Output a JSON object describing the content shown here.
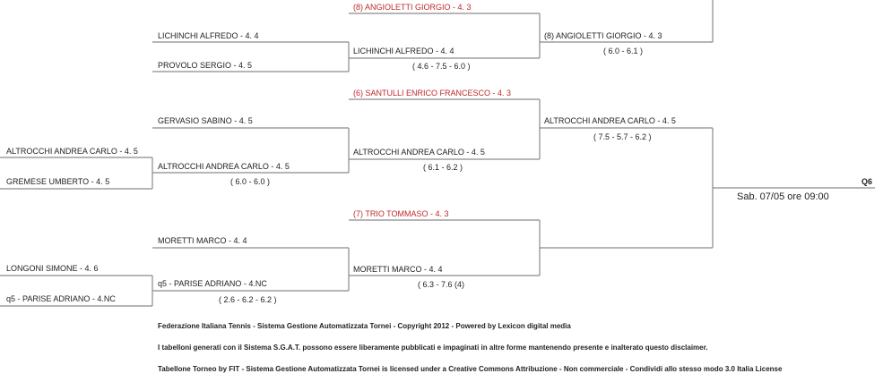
{
  "round1": {
    "p1": "ALTROCCHI ANDREA CARLO - 4. 5",
    "p2": "GREMESE UMBERTO - 4. 5",
    "p3": "LONGONI SIMONE - 4. 6",
    "p4": "q5 - PARISE ADRIANO - 4.NC"
  },
  "round2": {
    "p1": "LICHINCHI ALFREDO - 4. 4",
    "p2": "PROVOLO SERGIO - 4. 5",
    "p3": "GERVASIO SABINO - 4. 5",
    "p4_winner": "ALTROCCHI ANDREA CARLO - 4. 5",
    "p4_score": "( 6.0 - 6.0 )",
    "p5": "MORETTI MARCO - 4. 4",
    "p6_winner": "q5 - PARISE ADRIANO - 4.NC",
    "p6_score": "( 2.6 - 6.2 - 6.2 )"
  },
  "round3": {
    "seed1": "(8) ANGIOLETTI GIORGIO - 4. 3",
    "w1": "LICHINCHI ALFREDO - 4. 4",
    "w1_score": "( 4.6 - 7.5 - 6.0 )",
    "seed2": "(6) SANTULLI ENRICO FRANCESCO - 4. 3",
    "w2": "ALTROCCHI ANDREA CARLO - 4. 5",
    "w2_score": "( 6.1 - 6.2 )",
    "seed3": "(7) TRIO TOMMASO - 4. 3",
    "w3": "MORETTI MARCO - 4. 4",
    "w3_score": "( 6.3 - 7.6 (4)"
  },
  "round4": {
    "w1": "(8) ANGIOLETTI GIORGIO - 4. 3",
    "w1_score": "( 6.0 - 6.1 )",
    "w2": "ALTROCCHI ANDREA CARLO - 4. 5",
    "w2_score": "( 7.5 - 5.7 - 6.2 )"
  },
  "final": {
    "code": "Q6",
    "schedule": "Sab. 07/05 ore 09:00"
  },
  "footer": {
    "line1": "Federazione Italiana Tennis - Sistema Gestione Automatizzata Tornei - Copyright 2012 - Powered by Lexicon digital media",
    "line2": "I tabelloni generati con il Sistema S.G.A.T. possono essere liberamente pubblicati e impaginati in altre forme mantenendo presente e inalterato questo disclaimer.",
    "line3": "Tabellone Torneo by FIT - Sistema Gestione Automatizzata Tornei is licensed under a Creative Commons Attribuzione - Non commerciale - Condividi allo stesso modo 3.0 Italia License"
  },
  "colors": {
    "seed_red": "#c0282c",
    "line": "#888888"
  }
}
